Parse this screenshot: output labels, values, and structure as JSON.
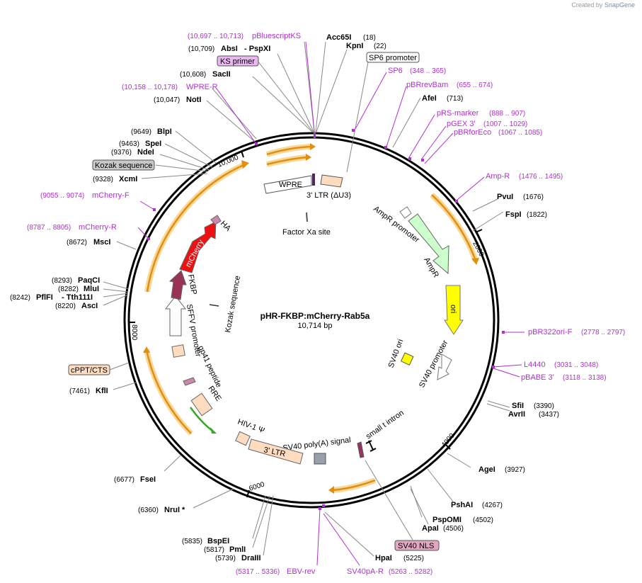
{
  "credit": {
    "prefix": "Created by",
    "brand": "SnapGene"
  },
  "plasmid": {
    "name": "pHR-FKBP:mCherry-Rab5a",
    "length_label": "10,714 bp",
    "length": 10714
  },
  "ticks": [
    {
      "label": "2000",
      "pos": 2000
    },
    {
      "label": "4000",
      "pos": 4000
    },
    {
      "label": "6000",
      "pos": 6000
    },
    {
      "label": "8000",
      "pos": 8000
    },
    {
      "label": "10,000",
      "pos": 10000
    }
  ],
  "sites": [
    {
      "name": "Acc65I",
      "pos": "(18)"
    },
    {
      "name": "KpnI",
      "pos": "(22)"
    },
    {
      "name": "AfeI",
      "pos": "(713)"
    },
    {
      "name": "PvuI",
      "pos": "(1676)"
    },
    {
      "name": "FspI",
      "pos": "(1822)"
    },
    {
      "name": "SfiI",
      "pos": "(3390)"
    },
    {
      "name": "AvrII",
      "pos": "(3437)"
    },
    {
      "name": "AgeI",
      "pos": "(3927)"
    },
    {
      "name": "PshAI",
      "pos": "(4267)"
    },
    {
      "name": "PspOMI",
      "pos": "(4502)"
    },
    {
      "name": "ApaI",
      "pos": "(4506)"
    },
    {
      "name": "HpaI",
      "pos": "(5225)"
    },
    {
      "name": "DraIII",
      "pos": "(5739)"
    },
    {
      "name": "PmlI",
      "pos": "(5817)"
    },
    {
      "name": "BspEI",
      "pos": "(5835)"
    },
    {
      "name": "NruI *",
      "pos": "(6360)"
    },
    {
      "name": "FseI",
      "pos": "(6677)"
    },
    {
      "name": "KflI",
      "pos": "(7461)"
    },
    {
      "name": "AscI",
      "pos": "(8220)"
    },
    {
      "name": "PflFI",
      "pos": "(8242)",
      "extra": "- Tth111I"
    },
    {
      "name": "MluI",
      "pos": "(8282)"
    },
    {
      "name": "PaqCI",
      "pos": "(8293)"
    },
    {
      "name": "MscI",
      "pos": "(8672)"
    },
    {
      "name": "XcmI",
      "pos": "(9328)"
    },
    {
      "name": "NdeI",
      "pos": "(9376)"
    },
    {
      "name": "SpeI",
      "pos": "(9463)"
    },
    {
      "name": "BlpI",
      "pos": "(9649)"
    },
    {
      "name": "NotI",
      "pos": "(10,047)"
    },
    {
      "name": "SacII",
      "pos": "(10,608)"
    },
    {
      "name": "AbsI",
      "pos": "(10,709)",
      "extra": "- PspXI"
    }
  ],
  "primers": [
    {
      "name": "pBluescriptKS",
      "range": "(10,697 .. 10,713)"
    },
    {
      "name": "SP6",
      "range": "(348 .. 365)"
    },
    {
      "name": "pBRrevBam",
      "range": "(655 .. 674)"
    },
    {
      "name": "pRS-marker",
      "range": "(888 .. 907)"
    },
    {
      "name": "pGEX 3'",
      "range": "(1007 .. 1029)"
    },
    {
      "name": "pBRforEco",
      "range": "(1067 .. 1085)"
    },
    {
      "name": "Amp-R",
      "range": "(1476 .. 1495)"
    },
    {
      "name": "pBR322ori-F",
      "range": "(2778 .. 2797)"
    },
    {
      "name": "L4440",
      "range": "(3031 .. 3048)"
    },
    {
      "name": "pBABE 3'",
      "range": "(3118 .. 3138)"
    },
    {
      "name": "SV40pA-R",
      "range": "(5263 .. 5282)"
    },
    {
      "name": "EBV-rev",
      "range": "(5317 .. 5336)"
    },
    {
      "name": "mCherry-R",
      "range": "(8787 .. 8805)"
    },
    {
      "name": "mCherry-F",
      "range": "(9055 .. 9074)"
    },
    {
      "name": "WPRE-R",
      "range": "(10,158 .. 10,178)"
    }
  ],
  "boxed_labels": {
    "ks_primer": "KS primer",
    "sp6_promoter": "SP6 promoter",
    "kozak_sequence": "Kozak sequence",
    "cppt_cts": "cPPT/CTS",
    "sv40_nls": "SV40 NLS"
  },
  "features": {
    "wpre": "WPRE",
    "ltr_du3": "3' LTR (ΔU3)",
    "factor_xa": "Factor Xa site",
    "ampr_promoter": "AmpR promoter",
    "ampr": "AmpR",
    "ori": "ori",
    "sv40_ori": "SV40 ori",
    "sv40_promoter": "SV40 promoter",
    "small_t_intron": "small t intron",
    "sv40_polya": "SV40 poly(A) signal",
    "ltr_3": "3' LTR",
    "hiv_psi": "HIV-1 Ψ",
    "rre": "RRE",
    "gp41": "gp41 peptide",
    "sffv": "SFFV promoter",
    "kozak": "Kozak sequence",
    "fkbp": "FKBP",
    "mcherry": "mCherry",
    "ha": "HA"
  },
  "colors": {
    "mcherry": "#ee1111",
    "fkbp": "#993355",
    "ampr": "#ccffcc",
    "ori": "#ffff00",
    "ltr": "#fddcc0",
    "primer": "#b030d0",
    "orf_arrow": "#e09010",
    "orf_glow": "#f8d898",
    "green_arrow": "#33aa22"
  }
}
